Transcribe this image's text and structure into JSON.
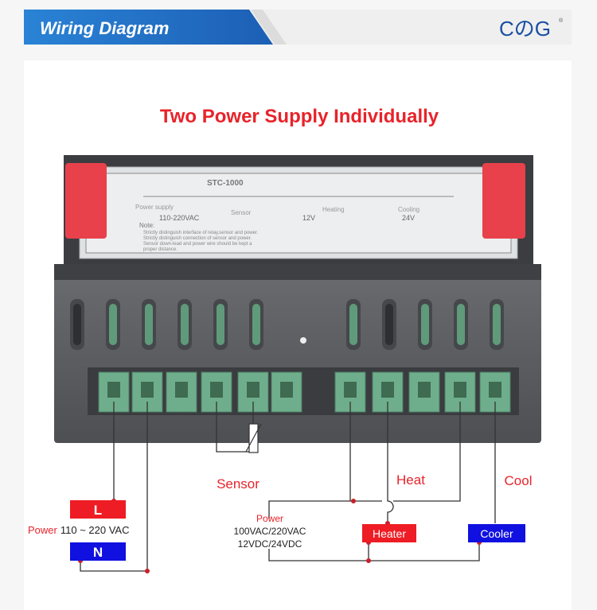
{
  "banner": {
    "title": "Wiring Diagram",
    "brand": "CのG",
    "brand_mark": "®"
  },
  "heading": "Two Power Supply Individually",
  "device_label": {
    "model": "STC-1000",
    "power_supply": "Power supply",
    "sensor": "Sensor",
    "heating": "Heating",
    "cooling": "Cooling",
    "opt_110_220": "110-220VAC",
    "opt_12v": "12V",
    "opt_24v": "24V",
    "note_title": "Note:",
    "note_lines": [
      "Strictly distinguish interface of relay,sensor and power.",
      "Strictly distinguish connection of sensor and power.",
      "Sensor down-lead and power wire should be kept a",
      "proper distance."
    ]
  },
  "wiring": {
    "L": "L",
    "N": "N",
    "power_prefix": "Power",
    "power_main": "110 ~ 220 VAC",
    "sensor": "Sensor",
    "heat": "Heat",
    "cool": "Cool",
    "power2_title": "Power",
    "power2_line1": "100VAC/220VAC",
    "power2_line2": "12VDC/24VDC",
    "heater": "Heater",
    "cooler": "Cooler"
  },
  "colors": {
    "red": "#e8232a",
    "blue": "#1f6fc6",
    "box_blue": "#1010e0",
    "green": "#6fae8c",
    "body": "#5b5d62"
  }
}
